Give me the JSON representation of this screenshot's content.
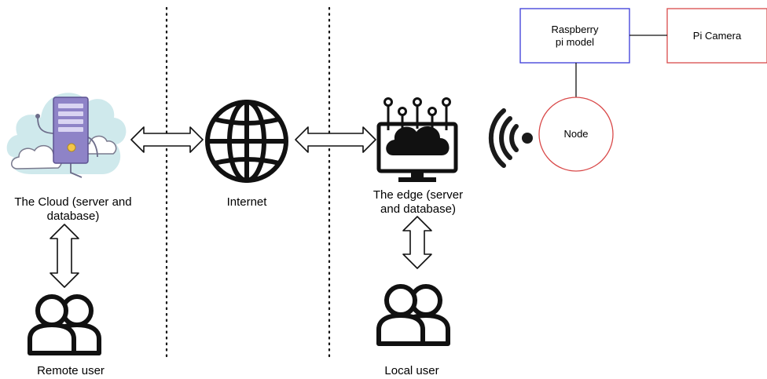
{
  "nodes": {
    "cloud": {
      "label": "The Cloud (server and database)"
    },
    "internet": {
      "label": "Internet"
    },
    "edge": {
      "label": "The edge (server and database)"
    },
    "remote_user": {
      "label": "Remote user"
    },
    "local_user": {
      "label": "Local user"
    },
    "raspberry": {
      "label_line1": "Raspberry",
      "label_line2": "pi model"
    },
    "camera": {
      "label": "Pi Camera"
    },
    "node": {
      "label": "Node"
    }
  },
  "colors": {
    "raspberry_border": "#3a3ad8",
    "camera_border": "#d94a4a",
    "node_border": "#d94a4a",
    "cloud_bg": "#cfe9ec",
    "server_body": "#8e83c7",
    "wire": "#6d6d8a"
  },
  "edges": [
    {
      "from": "cloud",
      "to": "internet",
      "style": "double-arrow"
    },
    {
      "from": "internet",
      "to": "edge",
      "style": "double-arrow"
    },
    {
      "from": "cloud",
      "to": "remote_user",
      "style": "double-arrow"
    },
    {
      "from": "edge",
      "to": "local_user",
      "style": "double-arrow"
    },
    {
      "from": "raspberry",
      "to": "camera",
      "style": "line"
    },
    {
      "from": "raspberry",
      "to": "node",
      "style": "line"
    },
    {
      "from": "node",
      "to": "edge",
      "style": "wireless-signal"
    }
  ]
}
